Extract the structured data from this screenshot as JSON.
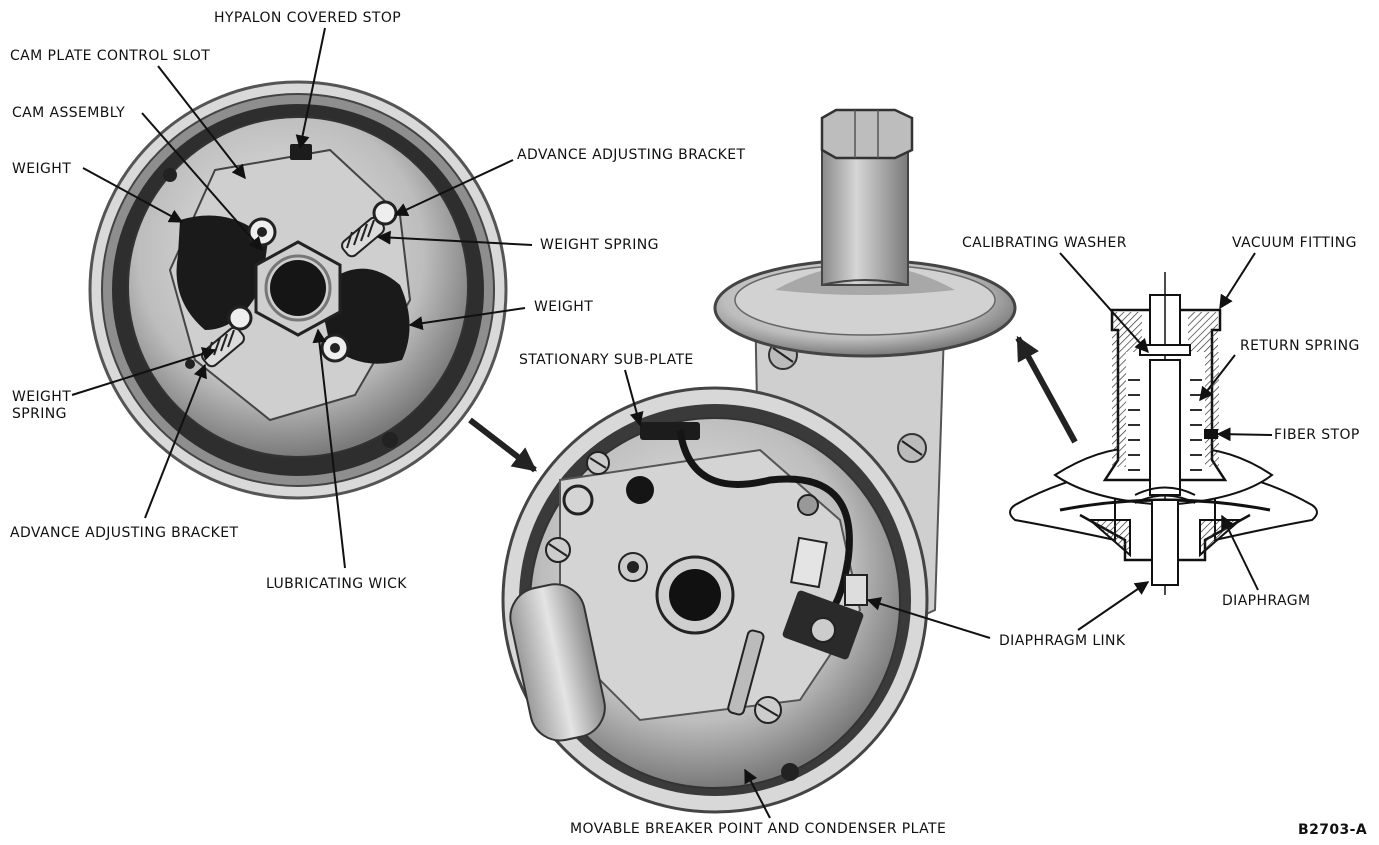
{
  "labels": {
    "hypalon_covered_stop": "HYPALON COVERED STOP",
    "cam_plate_control_slot": "CAM PLATE CONTROL SLOT",
    "cam_assembly": "CAM ASSEMBLY",
    "weight_top": "WEIGHT",
    "advance_adjusting_bracket_top": "ADVANCE ADJUSTING BRACKET",
    "weight_spring_right": "WEIGHT SPRING",
    "weight_right": "WEIGHT",
    "weight_spring_left_line1": "WEIGHT",
    "weight_spring_left_line2": "SPRING",
    "advance_adjusting_bracket_bottom": "ADVANCE ADJUSTING BRACKET",
    "lubricating_wick": "LUBRICATING WICK",
    "stationary_sub_plate": "STATIONARY SUB-PLATE",
    "calibrating_washer": "CALIBRATING WASHER",
    "vacuum_fitting": "VACUUM FITTING",
    "return_spring": "RETURN SPRING",
    "fiber_stop": "FIBER STOP",
    "diaphragm": "DIAPHRAGM",
    "diaphragm_link": "DIAPHRAGM LINK",
    "movable_breaker_plate": "MOVABLE BREAKER POINT AND CONDENSER PLATE"
  },
  "figure_id": "B2703-A"
}
